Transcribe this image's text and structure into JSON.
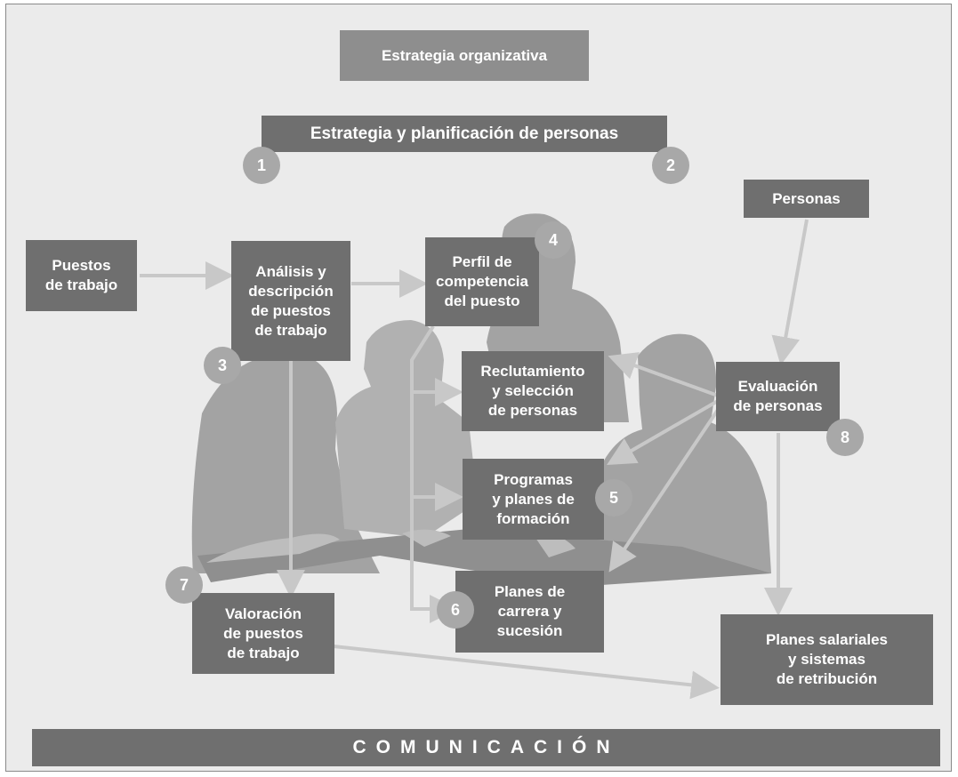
{
  "boxes": {
    "estrategia_organizativa": "Estrategia organizativa",
    "estrategia_planificacion": "Estrategia y planificación de personas",
    "personas": "Personas",
    "puestos_trabajo": "Puestos\nde trabajo",
    "analisis": "Análisis y\ndescripción\nde puestos\nde trabajo",
    "perfil": "Perfil de\ncompetencia\ndel puesto",
    "reclutamiento": "Reclutamiento\ny selección\nde personas",
    "evaluacion": "Evaluación\nde personas",
    "programas": "Programas\ny planes de\nformación",
    "planes_carrera": "Planes de\ncarrera y\nsucesión",
    "valoracion": "Valoración\nde puestos\nde trabajo",
    "planes_salariales": "Planes salariales\ny sistemas\nde retribución"
  },
  "badges": [
    "1",
    "2",
    "3",
    "4",
    "5",
    "6",
    "7",
    "8"
  ],
  "footer": "COMUNICACIÓN",
  "colors": {
    "background": "#ebebeb",
    "box": "#6f6f6f",
    "box_light": "#8e8e8e",
    "badge": "#a8a8a8",
    "arrow": "#c8c8c8",
    "figures": "#9a9a9a"
  }
}
